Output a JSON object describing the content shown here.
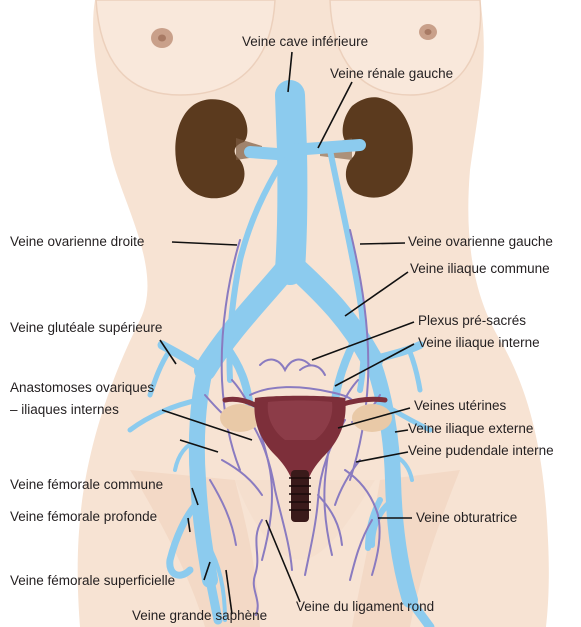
{
  "labels": {
    "ivc": "Veine cave inférieure",
    "left_renal": "Veine rénale gauche",
    "right_ovarian": "Veine ovarienne droite",
    "left_ovarian": "Veine ovarienne gauche",
    "common_iliac": "Veine iliaque commune",
    "sup_gluteal": "Veine glutéale supérieure",
    "presacral": "Plexus pré-sacrés",
    "internal_iliac": "Veine iliaque interne",
    "anastomoses_line1": "Anastomoses ovariques",
    "anastomoses_line2": "– iliaques internes",
    "uterine": "Veines utérines",
    "external_iliac": "Veine iliaque externe",
    "internal_pudendal": "Veine pudendale interne",
    "common_femoral": "Veine fémorale commune",
    "deep_femoral": "Veine fémorale profonde",
    "obturator": "Veine obturatrice",
    "superficial_femoral": "Veine fémorale superficielle",
    "round_ligament": "Veine du ligament rond",
    "great_saphenous": "Veine grande saphène"
  },
  "colors": {
    "skin": "#f7e3d3",
    "kidney": "#5b3a1e",
    "vein_blue": "#8ccbee",
    "vein_purple": "#8a7bc0",
    "uterus": "#7d2f3a",
    "ovary": "#e9c9a7",
    "leader": "#111111"
  }
}
